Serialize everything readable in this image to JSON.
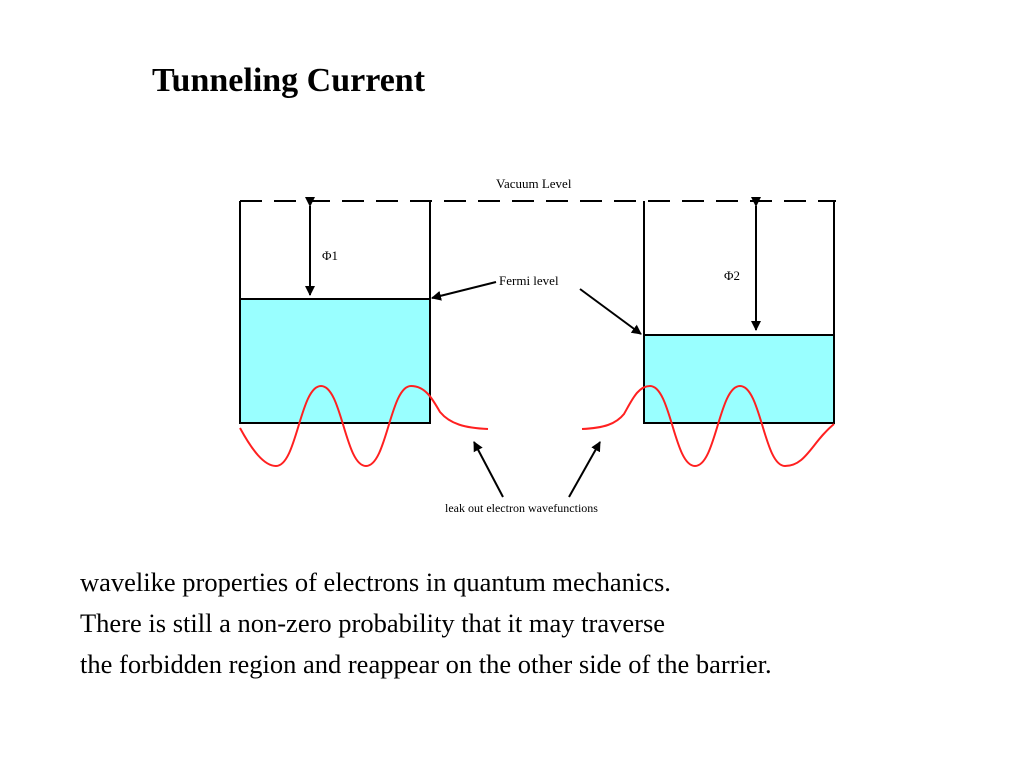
{
  "slide": {
    "title": "Tunneling Current",
    "body_lines": [
      "wavelike properties of electrons in quantum mechanics.",
      "There is still a non-zero probability that it may traverse",
      "the forbidden region and reappear on the other side of the barrier."
    ]
  },
  "diagram": {
    "vacuum_level_label": "Vacuum Level",
    "phi1_label": "Φ1",
    "phi2_label": "Φ2",
    "fermi_level_label": "Fermi level",
    "leak_label": "leak out electron wavefunctions",
    "colors": {
      "fill": "#99ffff",
      "wave": "#ff2020",
      "line": "#000000"
    }
  }
}
